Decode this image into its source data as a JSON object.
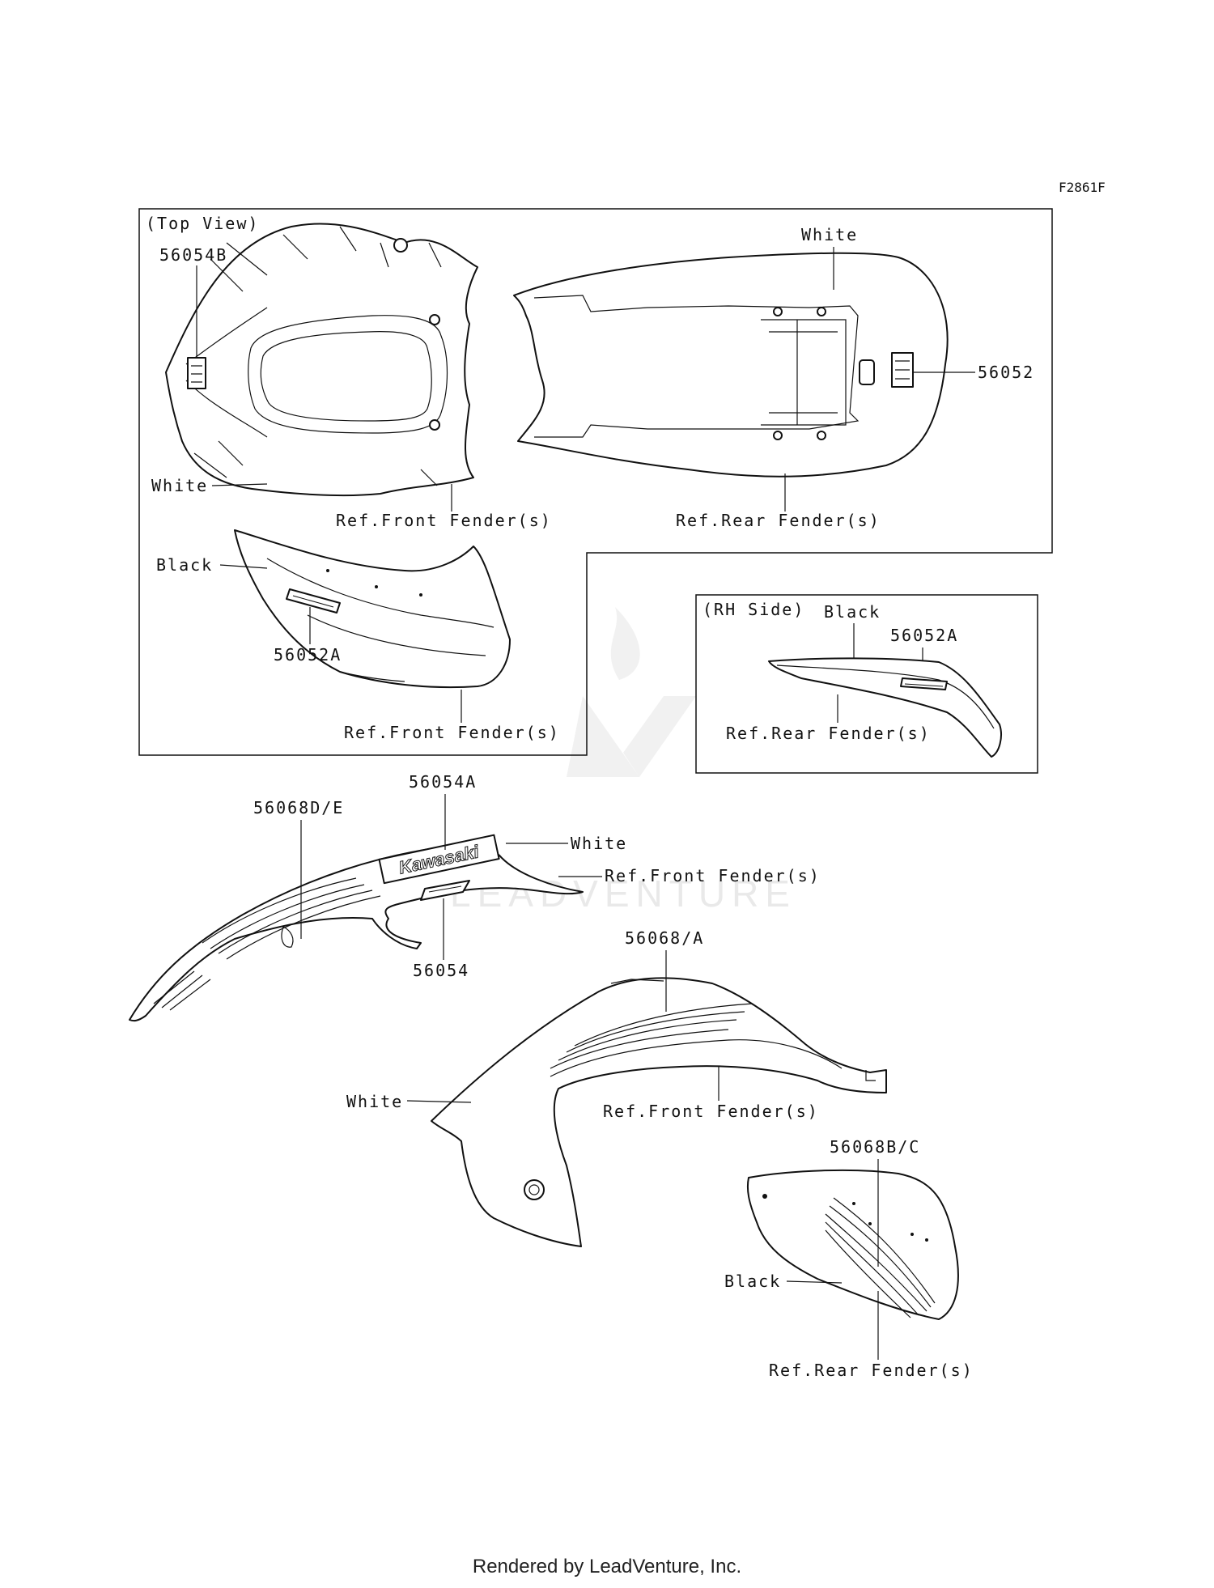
{
  "figure_code": "F2861F",
  "views": {
    "top_view": "(Top View)",
    "rh_side": "(RH Side)"
  },
  "labels": {
    "p56054B": "56054B",
    "p56052": "56052",
    "p56052A_top": "56052A",
    "p56052A_rh": "56052A",
    "p56054A": "56054A",
    "p56068DE": "56068D/E",
    "p56054": "56054",
    "p56068A": "56068/A",
    "p56068BC": "56068B/C"
  },
  "colors_text": {
    "white_top_left": "White",
    "white_top_right": "White",
    "black_top": "Black",
    "black_rh": "Black",
    "white_mid": "White",
    "white_lower": "White",
    "black_lower": "Black"
  },
  "refs": {
    "front_fender_1": "Ref.Front Fender(s)",
    "rear_fender_1": "Ref.Rear Fender(s)",
    "front_fender_2": "Ref.Front Fender(s)",
    "rear_fender_rh": "Ref.Rear Fender(s)",
    "front_fender_3": "Ref.Front Fender(s)",
    "front_fender_4": "Ref.Front Fender(s)",
    "rear_fender_lower": "Ref.Rear Fender(s)"
  },
  "decal_text": {
    "brand": "Kawasaki"
  },
  "watermark": "LEADVENTURE",
  "footer": "Rendered by LeadVenture, Inc."
}
